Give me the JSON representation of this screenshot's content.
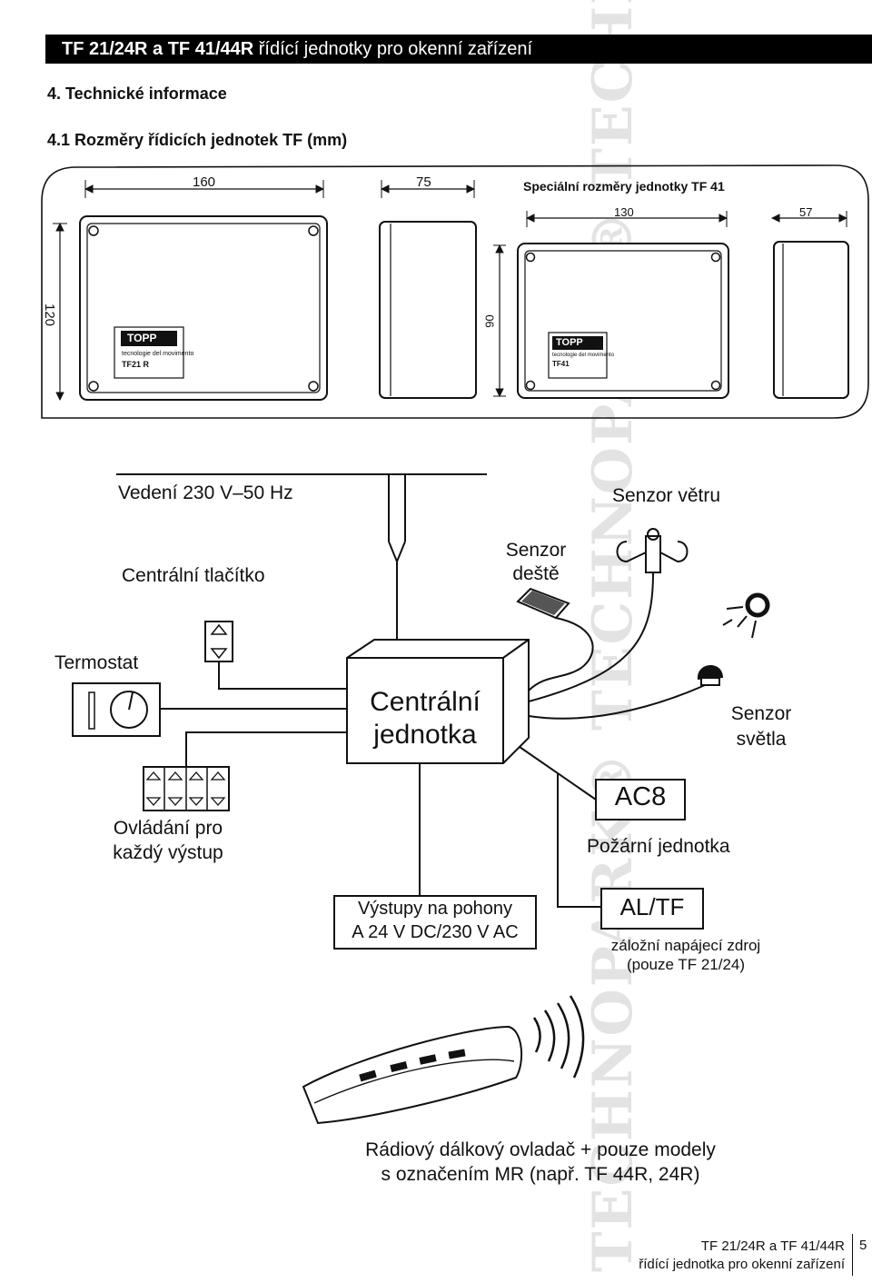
{
  "header": {
    "title_bold": "TF 21/24R a TF 41/44R",
    "title_rest": " řídící jednotky pro okenní zařízení"
  },
  "section": {
    "title": "4. Technické informace",
    "subtitle": "4.1 Rozměry řídicích jednotek TF (mm)"
  },
  "dimensions": {
    "width_main": "160",
    "depth_main": "75",
    "height_main": "120",
    "special_title": "Speciální rozměry jednotky TF 41",
    "width_tf41": "130",
    "depth_tf41": "57",
    "height_tf41": "90",
    "brand": "TOPP",
    "brand_tagline": "tecnologie del movimento",
    "model_tf21": "TF21 R",
    "model_tf41": "TF41"
  },
  "diagram": {
    "supply": "Vedení 230 V–50 Hz",
    "wind_sensor": "Senzor větru",
    "central_button": "Centrální tlačítko",
    "rain_sensor_1": "Senzor",
    "rain_sensor_2": "deště",
    "thermostat": "Termostat",
    "central_unit_1": "Centrální",
    "central_unit_2": "jednotka",
    "light_sensor_1": "Senzor",
    "light_sensor_2": "světla",
    "fire_unit_code": "AC8",
    "per_output_1": "Ovládání pro",
    "per_output_2": "každý výstup",
    "fire_unit": "Požární jednotka",
    "outputs_1": "Výstupy na pohony",
    "outputs_2": "A 24 V DC/230 V AC",
    "backup_code": "AL/TF",
    "backup_1": "záložní napájecí zdroj",
    "backup_2": "(pouze TF 21/24)",
    "remote_1": "Rádiový dálkový ovladač + pouze modely",
    "remote_2": "s označením MR (např. TF 44R, 24R)"
  },
  "watermark": "TECHNOPARK® TECHNOPARK® TECHNOPARK® TECHNOPARK®",
  "footer": {
    "line1": "TF 21/24R a TF 41/44R",
    "line2": "řídící jednotka pro okenní zařízení",
    "page": "5"
  }
}
